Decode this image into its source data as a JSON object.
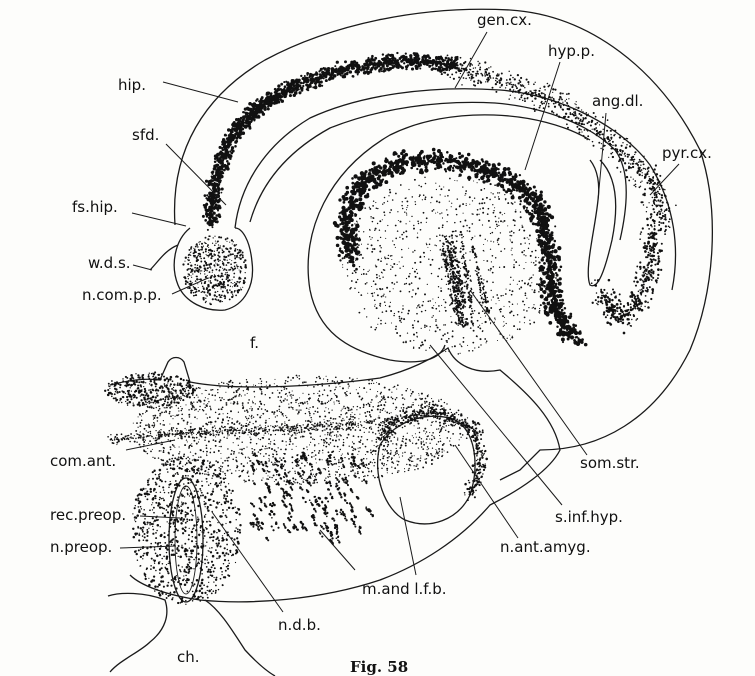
{
  "figure": {
    "caption": "Fig. 58",
    "ink_color": "#111111",
    "paper_color": "#fdfdfb"
  },
  "labels": {
    "gen_cx": "gen.cx.",
    "hip": "hip.",
    "hyp_p": "hyp.p.",
    "ang_dl": "ang.dl.",
    "sfd": "sfd.",
    "pyr_cx": "pyr.cx.",
    "fs_hip": "fs.hip.",
    "wds": "w.d.s.",
    "ncompp": "n.com.p.p.",
    "f": "f.",
    "com_ant": "com.ant.",
    "som_str": "som.str.",
    "rec_preop": "rec.preop.",
    "s_inf_hyp": "s.inf.hyp.",
    "n_preop": "n.preop.",
    "n_ant_amyg": "n.ant.amyg.",
    "m_and_lfb": "m.and l.f.b.",
    "ndb": "n.d.b.",
    "ch": "ch."
  }
}
